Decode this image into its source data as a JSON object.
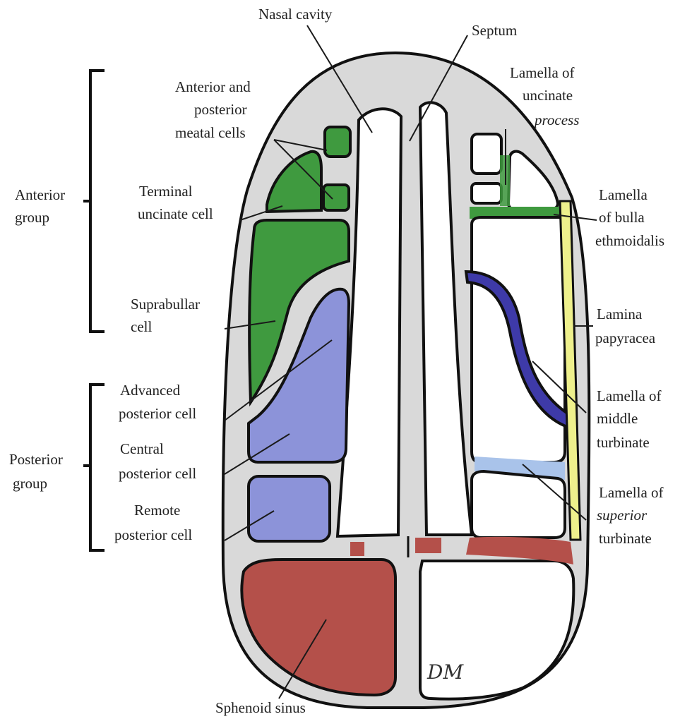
{
  "colors": {
    "background": "#ffffff",
    "bone": "#d9d9d9",
    "outline": "#111111",
    "anterior_cells": "#3f9a3f",
    "posterior_cells": "#8c93d9",
    "sphenoid": "#b4504a",
    "lamina_papyracea": "#eef08c",
    "middle_turbinate": "#3e3aa8",
    "superior_turbinate": "#a9c3ea",
    "text": "#222222"
  },
  "labels": {
    "nasal_cavity": "Nasal cavity",
    "septum": "Septum",
    "lamella_uncinate": [
      "Lamella of",
      "uncinate",
      "process"
    ],
    "anterior_posterior_meatal": [
      "Anterior and",
      "posterior",
      "meatal cells"
    ],
    "terminal_uncinate": [
      "Terminal",
      "uncinate cell"
    ],
    "anterior_group": [
      "Anterior",
      "group"
    ],
    "lamella_bulla": [
      "Lamella",
      "of bulla",
      "ethmoidalis"
    ],
    "suprabullar": [
      "Suprabullar",
      "cell"
    ],
    "lamina_papyracea": [
      "Lamina",
      "papyracea"
    ],
    "advanced_posterior": [
      "Advanced",
      "posterior cell"
    ],
    "lamella_middle": [
      "Lamella of",
      "middle",
      "turbinate"
    ],
    "central_posterior": [
      "Central",
      "posterior cell"
    ],
    "posterior_group": [
      "Posterior",
      "group"
    ],
    "remote_posterior": [
      "Remote",
      "posterior cell"
    ],
    "lamella_superior": [
      "Lamella of",
      "superior",
      "turbinate"
    ],
    "sphenoid_sinus": "Sphenoid sinus"
  },
  "signature": "DM"
}
